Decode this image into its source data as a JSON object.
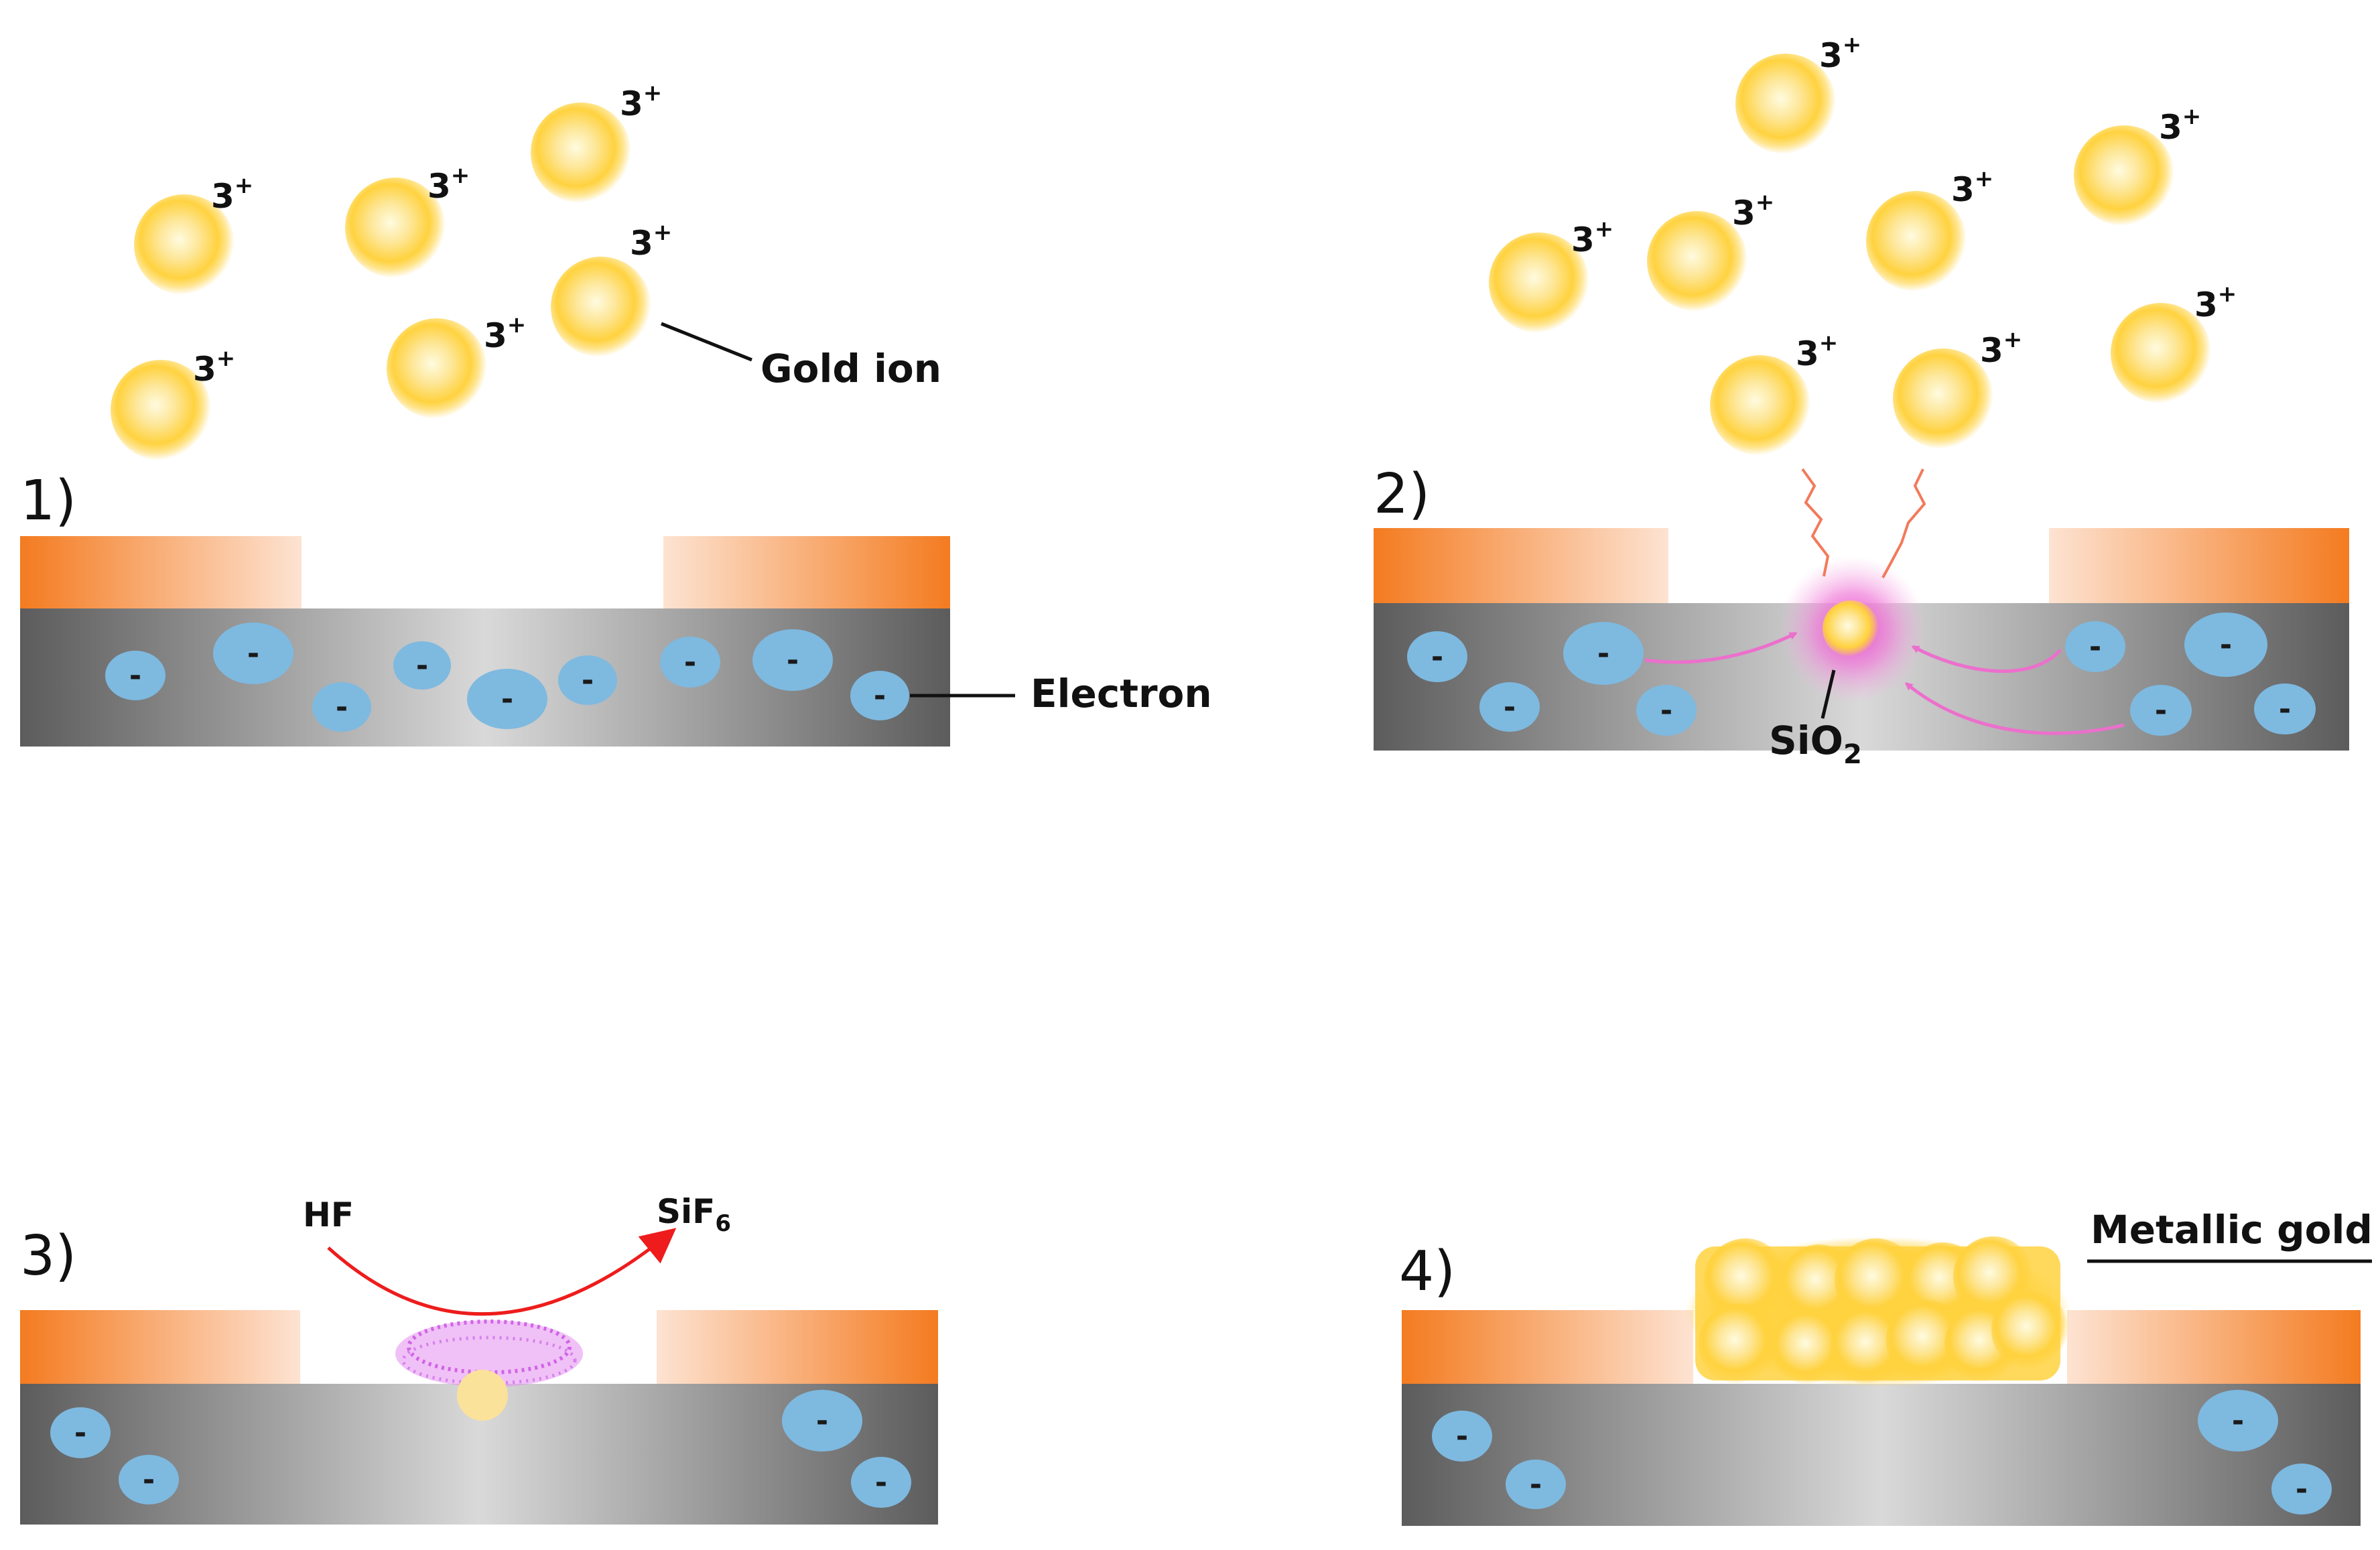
{
  "panels": [
    {
      "step": "1)"
    },
    {
      "step": "2)"
    },
    {
      "step": "3)"
    },
    {
      "step": "4)"
    }
  ],
  "ion_charge": {
    "number": "3",
    "sign": "+"
  },
  "electron_sign": "-",
  "labels": {
    "gold_ion": "Gold ion",
    "electron": "Electron",
    "sio2_main": "SiO",
    "sio2_sub": "2",
    "hf": "HF",
    "sif6_main": "SiF",
    "sif6_sub": "6",
    "metallic_gold": "Metallic gold"
  },
  "colors": {
    "gold": "#ffd23f",
    "electron": "#7eb9e0",
    "resist": "#f47b20",
    "substrate": "#7a7a7a",
    "oxidation_glow": "#e83fd0",
    "reaction_arrow": "#ee1c1c"
  }
}
